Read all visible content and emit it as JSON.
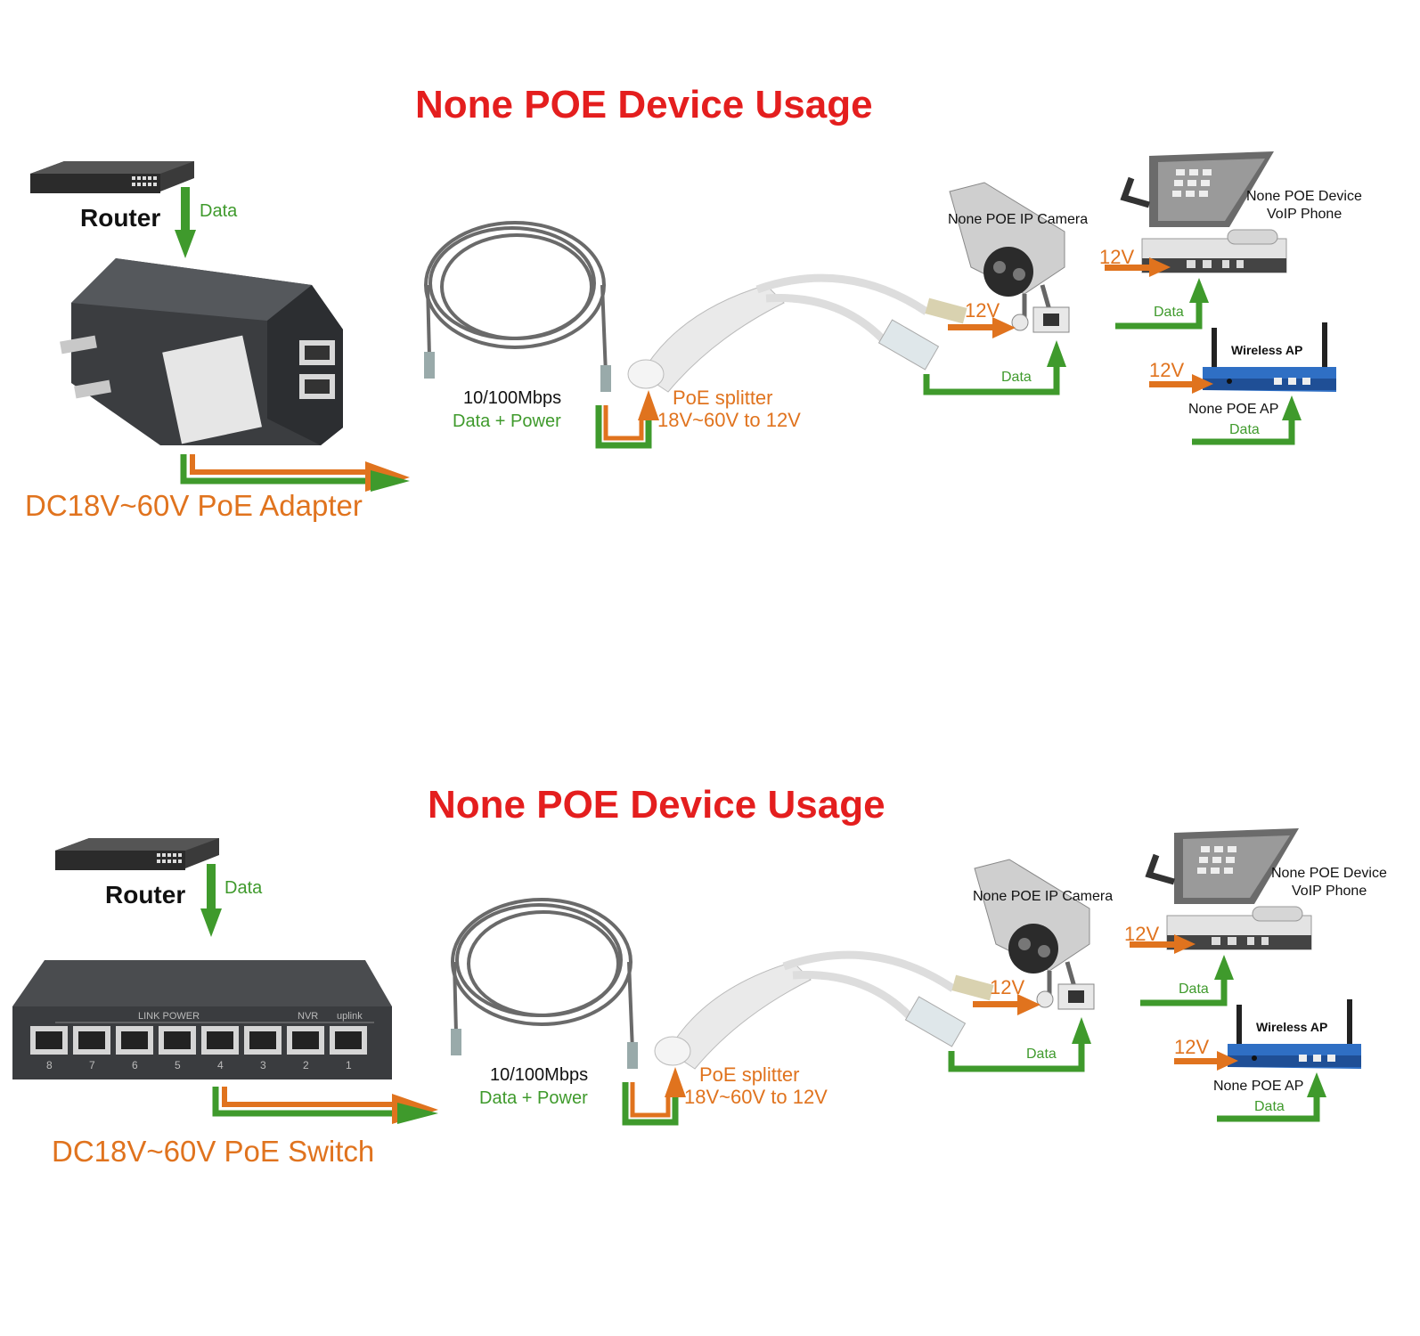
{
  "panels": [
    {
      "title": "None POE Device Usage",
      "router_label": "Router",
      "data_label_router": "Data",
      "source_label": "DC18V~60V PoE Adapter",
      "cable_speed": "10/100Mbps",
      "cable_payload": "Data + Power",
      "splitter_name": "PoE splitter",
      "splitter_spec": "18V~60V to 12V",
      "camera_label": "None POE IP Camera",
      "camera_voltage": "12V",
      "camera_data": "Data",
      "phone_label_1": "None POE Device",
      "phone_label_2": "VoIP Phone",
      "phone_voltage": "12V",
      "phone_data": "Data",
      "ap_top_label": "Wireless AP",
      "ap_label": "None POE AP",
      "ap_voltage": "12V",
      "ap_data": "Data"
    },
    {
      "title": "None POE Device Usage",
      "router_label": "Router",
      "data_label_router": "Data",
      "source_label": "DC18V~60V PoE Switch",
      "cable_speed": "10/100Mbps",
      "cable_payload": "Data + Power",
      "splitter_name": "PoE splitter",
      "splitter_spec": "18V~60V to 12V",
      "camera_label": "None POE IP Camera",
      "camera_voltage": "12V",
      "camera_data": "Data",
      "phone_label_1": "None POE Device",
      "phone_label_2": "VoIP Phone",
      "phone_voltage": "12V",
      "phone_data": "Data",
      "ap_top_label": "Wireless AP",
      "ap_label": "None POE AP",
      "ap_voltage": "12V",
      "ap_data": "Data"
    }
  ],
  "switch_labels": {
    "link_power": "LINK POWER",
    "nvr": "NVR",
    "uplink": "uplink",
    "port_numbers": [
      "8",
      "7",
      "6",
      "5",
      "4",
      "3",
      "2",
      "1"
    ]
  },
  "colors": {
    "title_red": "#e41e1e",
    "data_green": "#3f9a2c",
    "power_orange": "#e0731e",
    "ap_blue": "#2f6fc4"
  },
  "icons": [
    "router-icon",
    "poe-adapter-icon",
    "poe-switch-icon",
    "ethernet-cable-icon",
    "poe-splitter-icon",
    "ip-camera-icon",
    "voip-phone-icon",
    "wireless-ap-icon"
  ]
}
